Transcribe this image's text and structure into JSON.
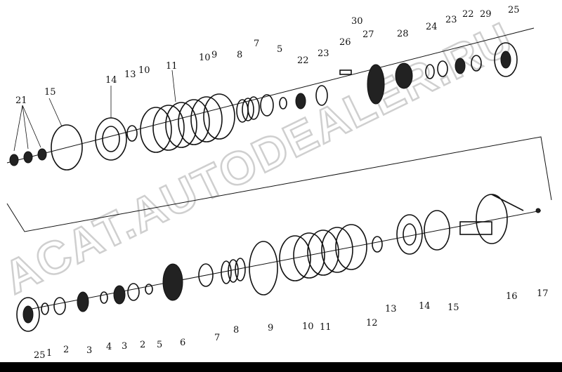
{
  "diagram": {
    "watermark": "ACAT.AUTODEALER.RU",
    "upper_labels": [
      "21",
      "15",
      "14",
      "13",
      "10",
      "11",
      "10",
      "9",
      "8",
      "7",
      "5",
      "22",
      "23",
      "26",
      "30",
      "27",
      "28",
      "24",
      "23",
      "22",
      "29",
      "25"
    ],
    "lower_labels": [
      "25",
      "1",
      "2",
      "3",
      "4",
      "3",
      "2",
      "5",
      "6",
      "7",
      "8",
      "9",
      "10",
      "11",
      "12",
      "13",
      "14",
      "15",
      "16",
      "17"
    ]
  }
}
